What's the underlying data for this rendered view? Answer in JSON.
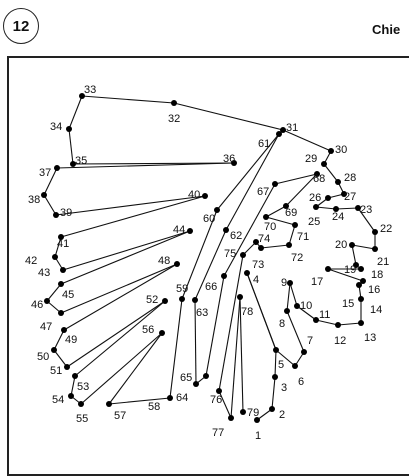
{
  "puzzle": {
    "number": "12",
    "header_text": "Chie",
    "dots": [
      {
        "n": "1"
      },
      {
        "n": "2"
      },
      {
        "n": "3"
      },
      {
        "n": "4"
      },
      {
        "n": "5"
      },
      {
        "n": "6"
      },
      {
        "n": "7"
      },
      {
        "n": "8"
      },
      {
        "n": "9"
      },
      {
        "n": "10"
      },
      {
        "n": "11"
      },
      {
        "n": "12"
      },
      {
        "n": "13"
      },
      {
        "n": "14"
      },
      {
        "n": "15"
      },
      {
        "n": "16"
      },
      {
        "n": "17"
      },
      {
        "n": "18"
      },
      {
        "n": "19"
      },
      {
        "n": "20"
      },
      {
        "n": "21"
      },
      {
        "n": "22"
      },
      {
        "n": "23"
      },
      {
        "n": "24"
      },
      {
        "n": "25"
      },
      {
        "n": "26"
      },
      {
        "n": "27"
      },
      {
        "n": "28"
      },
      {
        "n": "29"
      },
      {
        "n": "30"
      },
      {
        "n": "31"
      },
      {
        "n": "32"
      },
      {
        "n": "33"
      },
      {
        "n": "34"
      },
      {
        "n": "35"
      },
      {
        "n": "36"
      },
      {
        "n": "37"
      },
      {
        "n": "38"
      },
      {
        "n": "39"
      },
      {
        "n": "40"
      },
      {
        "n": "41"
      },
      {
        "n": "42"
      },
      {
        "n": "43"
      },
      {
        "n": "44"
      },
      {
        "n": "45"
      },
      {
        "n": "46"
      },
      {
        "n": "47"
      },
      {
        "n": "48"
      },
      {
        "n": "49"
      },
      {
        "n": "50"
      },
      {
        "n": "51"
      },
      {
        "n": "52"
      },
      {
        "n": "53"
      },
      {
        "n": "54"
      },
      {
        "n": "55"
      },
      {
        "n": "56"
      },
      {
        "n": "57"
      },
      {
        "n": "58"
      },
      {
        "n": "59"
      },
      {
        "n": "60"
      },
      {
        "n": "61"
      },
      {
        "n": "62"
      },
      {
        "n": "63"
      },
      {
        "n": "64"
      },
      {
        "n": "65"
      },
      {
        "n": "66"
      },
      {
        "n": "67"
      },
      {
        "n": "68"
      },
      {
        "n": "69"
      },
      {
        "n": "70"
      },
      {
        "n": "71"
      },
      {
        "n": "72"
      },
      {
        "n": "73"
      },
      {
        "n": "74"
      },
      {
        "n": "75"
      },
      {
        "n": "76"
      },
      {
        "n": "77"
      },
      {
        "n": "78"
      },
      {
        "n": "79"
      }
    ],
    "line_color": "#111111",
    "dot_color": "#000000"
  }
}
